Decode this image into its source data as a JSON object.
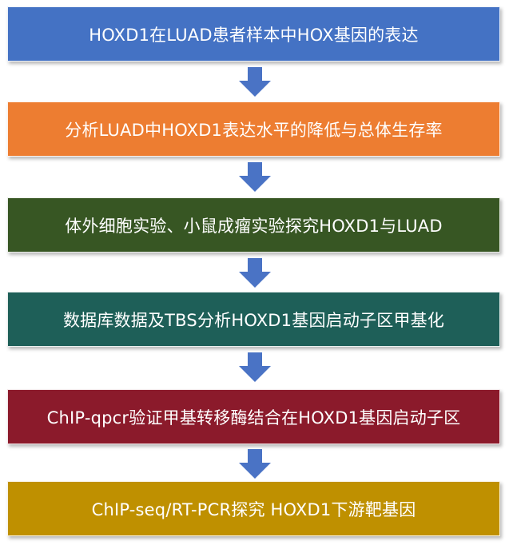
{
  "steps": [
    {
      "label": "HOXD1在LUAD患者样本中HOX基因的表达",
      "color": "#4472c4"
    },
    {
      "label": "分析LUAD中HOXD1表达水平的降低与总体生存率",
      "color": "#ed7d31"
    },
    {
      "label": "体外细胞实验、小鼠成瘤实验探究HOXD1与LUAD",
      "color": "#375623"
    },
    {
      "label": "数据库数据及TBS分析HOXD1基因启动子区甲基化",
      "color": "#1e5f58"
    },
    {
      "label": "ChIP-qpcr验证甲基转移酶结合在HOXD1基因启动子区",
      "color": "#8b1a2b"
    },
    {
      "label": "ChIP-seq/RT-PCR探究 HOXD1下游靶基因",
      "color": "#bf9000"
    }
  ],
  "arrow_color": "#4a73c5"
}
